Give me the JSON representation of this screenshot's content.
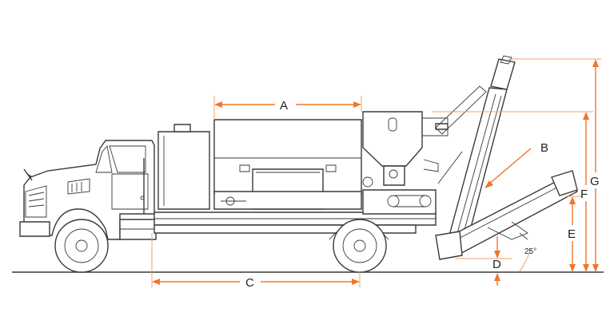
{
  "diagram": {
    "labels": {
      "A": "A",
      "B": "B",
      "C": "C",
      "D": "D",
      "E": "E",
      "F": "F",
      "G": "G",
      "angle": "25°"
    },
    "colors": {
      "dimension": "#f0762a",
      "outline": "#3a3a3a",
      "background": "#ffffff"
    }
  }
}
